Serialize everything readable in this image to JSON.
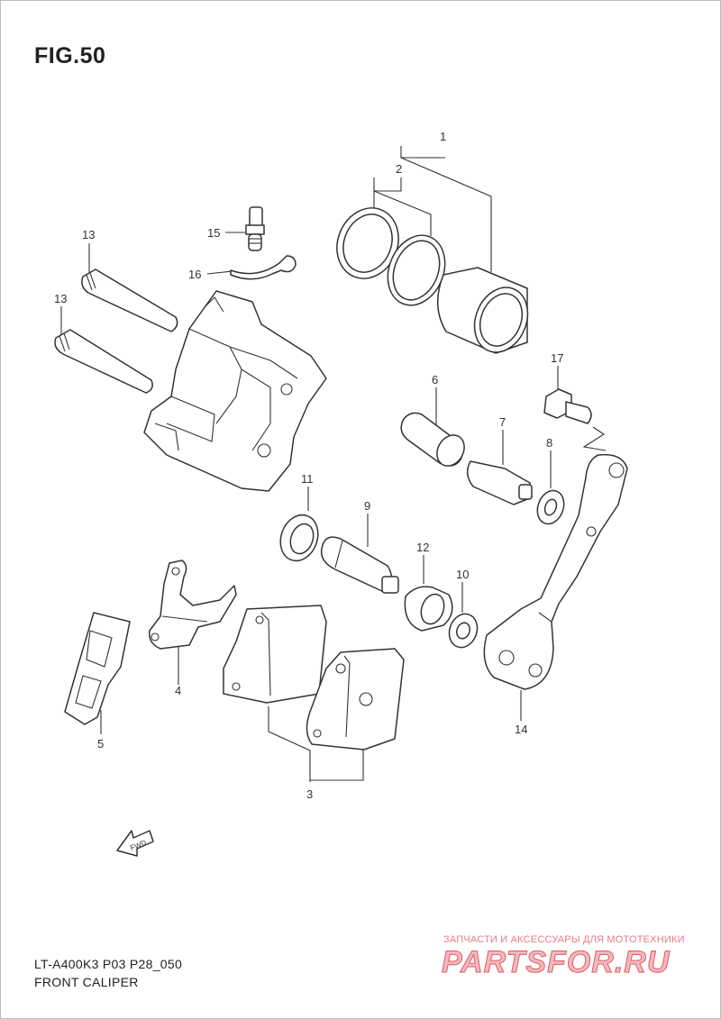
{
  "figure": {
    "title": "FIG.50",
    "code": "LT-A400K3 P03 P28_050",
    "name": "FRONT CALIPER"
  },
  "direction_label": "FWD",
  "watermark": {
    "line1": "ЗАПЧАСТИ И АКСЕССУАРЫ ДЛЯ МОТОТЕХНИКИ",
    "line2": "PARTSFOR.RU"
  },
  "callouts": [
    "1",
    "2",
    "3",
    "4",
    "5",
    "6",
    "7",
    "8",
    "9",
    "10",
    "11",
    "12",
    "13",
    "13",
    "14",
    "15",
    "16",
    "17"
  ]
}
